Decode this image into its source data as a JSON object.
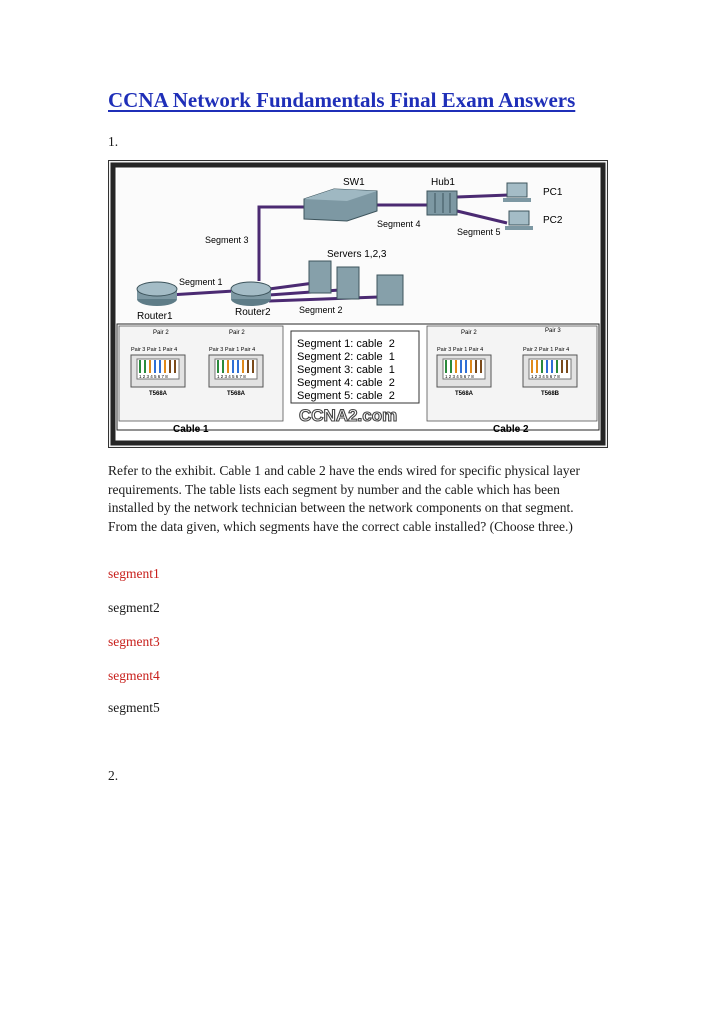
{
  "doc": {
    "title": "CCNA Network Fundamentals Final Exam Answers"
  },
  "question1": {
    "number": "1.",
    "exhibit": {
      "devices": {
        "sw1": "SW1",
        "hub1": "Hub1",
        "pc1": "PC1",
        "pc2": "PC2",
        "servers": "Servers 1,2,3",
        "router1": "Router1",
        "router2": "Router2"
      },
      "links": {
        "seg1": "Segment 1",
        "seg2": "Segment 2",
        "seg3": "Segment 3",
        "seg4": "Segment 4",
        "seg5": "Segment 5"
      },
      "table": [
        "Segment 1: cable  2",
        "Segment 2: cable  1",
        "Segment 3: cable  1",
        "Segment 4: cable  2",
        "Segment 5: cable  2"
      ],
      "watermark": "CCNA2.com",
      "cable1": {
        "label": "Cable 1",
        "jacks": [
          {
            "top": "Pair 2",
            "pairs": "Pair 3 Pair 1 Pair 4",
            "pins": "1 2 3 4 5 6 7 8",
            "std": "T568A"
          },
          {
            "top": "Pair 2",
            "pairs": "Pair 3 Pair 1 Pair 4",
            "pins": "1 2 3 4 5 6 7 8",
            "std": "T568A"
          }
        ]
      },
      "cable2": {
        "label": "Cable 2",
        "jacks": [
          {
            "top": "Pair 2",
            "pairs": "Pair 3 Pair 1 Pair 4",
            "pins": "1 2 3 4 5 6 7 8",
            "std": "T568A"
          },
          {
            "top": "Pair 3",
            "pairs": "Pair 2 Pair 1 Pair 4",
            "pins": "1 2 3 4 5 6 7 8",
            "std": "T568B"
          }
        ]
      },
      "colors": {
        "frame": "#262626",
        "link": "#4b2a72",
        "device": "#6f8f9b",
        "wire_a": [
          "#2a8a3c",
          "#e08a1a",
          "#2f6fd6",
          "#7a4a1a"
        ]
      }
    },
    "text": "Refer to the exhibit. Cable 1 and cable 2 have the ends wired for specific physical layer requirements. The table lists each segment by number and the cable which has been installed by the network technician between the network components on that segment. From the data given, which segments have the correct cable installed? (Choose three.)",
    "options": [
      {
        "label": "segment1",
        "correct": true
      },
      {
        "label": "segment2",
        "correct": false
      },
      {
        "label": "segment3",
        "correct": true
      },
      {
        "label": "segment4",
        "correct": true
      },
      {
        "label": "segment5",
        "correct": false
      }
    ]
  },
  "question2": {
    "number": "2."
  }
}
